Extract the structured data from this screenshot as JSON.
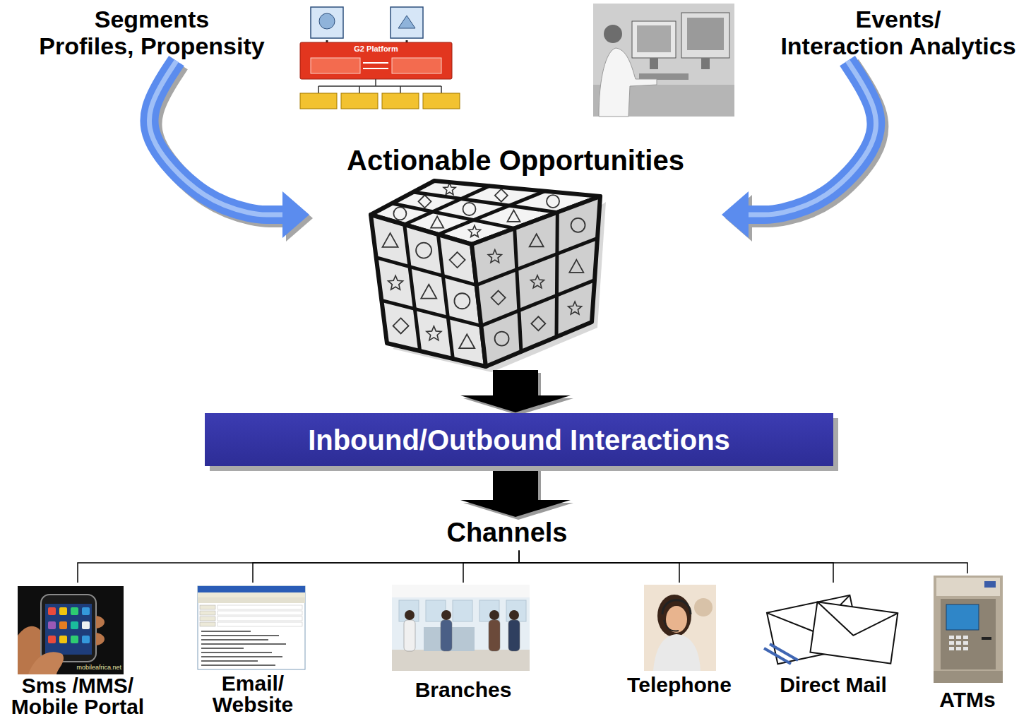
{
  "diagram": {
    "nodes": [
      {
        "text": [
          "Segments Profiles, Propensity"
        ]
      },
      {
        "text": [
          "Events/ Interaction Analytics"
        ]
      },
      {
        "text": [
          "Actionable Opportunities"
        ]
      },
      {
        "text": [
          "Inbound/Outbound Interactions"
        ]
      },
      {
        "text": [
          "Channels"
        ]
      },
      {
        "text": [
          "Sms /MMS/ Mobile Portal"
        ]
      },
      {
        "text": [
          "Email/ Website"
        ]
      },
      {
        "text": [
          "Branches"
        ]
      },
      {
        "text": [
          "Telephone"
        ]
      },
      {
        "text": [
          "Direct Mail"
        ]
      },
      {
        "text": [
          "ATMs"
        ]
      }
    ],
    "edges": [
      {
        "from": 0,
        "to": 2,
        "arrow": "to"
      },
      {
        "from": 1,
        "to": 2,
        "arrow": "to"
      },
      {
        "from": 2,
        "to": 3,
        "arrow": "to"
      },
      {
        "from": 3,
        "to": 4,
        "arrow": "to"
      },
      {
        "from": 4,
        "to": 5,
        "arrow": "none"
      },
      {
        "from": 4,
        "to": 6,
        "arrow": "none"
      },
      {
        "from": 4,
        "to": 7,
        "arrow": "none"
      },
      {
        "from": 4,
        "to": 8,
        "arrow": "none"
      },
      {
        "from": 4,
        "to": 9,
        "arrow": "none"
      },
      {
        "from": 4,
        "to": 10,
        "arrow": "none"
      }
    ],
    "labels": [
      "G2 Platform",
      "mobileafrica.net"
    ]
  }
}
